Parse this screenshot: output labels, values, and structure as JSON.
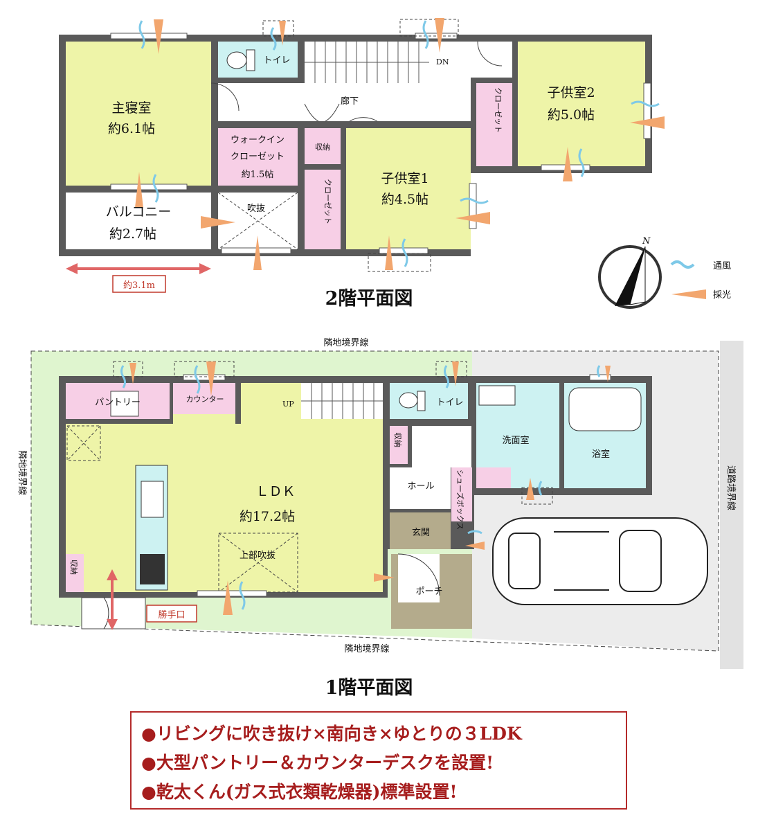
{
  "floor2": {
    "title": "2階平面図",
    "rooms": {
      "master_name": "主寝室",
      "master_area": "約6.1帖",
      "walkin_l1": "ウォークイン",
      "walkin_l2": "クローゼット",
      "walkin_area": "約1.5帖",
      "toilet": "トイレ",
      "dn": "DN",
      "corridor": "廊下",
      "storage": "収納",
      "closet": "クローゼット",
      "child1_name": "子供室1",
      "child1_area": "約4.5帖",
      "child2_name": "子供室2",
      "child2_area": "約5.0帖",
      "balcony_name": "バルコニー",
      "balcony_area": "約2.7帖",
      "atrium": "吹抜"
    },
    "dimension": "約3.1m"
  },
  "legend": {
    "wind": "通風",
    "light": "採光",
    "north": "N"
  },
  "floor1": {
    "title": "1階平面図",
    "boundary_top": "隣地境界線",
    "boundary_bottom": "隣地境界線",
    "boundary_left": "隣地境界線",
    "boundary_road": "道路境界線",
    "rooms": {
      "pantry": "パントリー",
      "counter": "カウンター",
      "up": "UP",
      "toilet": "トイレ",
      "washroom": "洗面室",
      "bath": "浴室",
      "storage": "収納",
      "hall": "ホール",
      "shoebox": "シューズボックス",
      "ldk_name": "ＬＤＫ",
      "ldk_area": "約17.2帖",
      "upper_atrium": "上部吹抜",
      "entrance": "玄関",
      "porch": "ポーチ",
      "storage2": "収納",
      "service_door": "勝手口"
    }
  },
  "banner": [
    "●リビングに吹き抜け×南向き×ゆとりの３LDK",
    "●大型パントリー＆カウンターデスクを設置!",
    "●乾太くん(ガス式衣類乾燥器)標準設置!"
  ],
  "colors": {
    "room_green": "#eef4a8",
    "closet_pink": "#f7cfe6",
    "wet_cyan": "#cdf2f2",
    "entrance_khaki": "#b4ab8c",
    "wall": "#5a5a5a",
    "yard_green": "#dff5cf",
    "parking_gray": "#ececec",
    "accent_red": "#c0392b",
    "wind_blue": "#7ec9e8",
    "light_orange": "#f2a66e"
  }
}
